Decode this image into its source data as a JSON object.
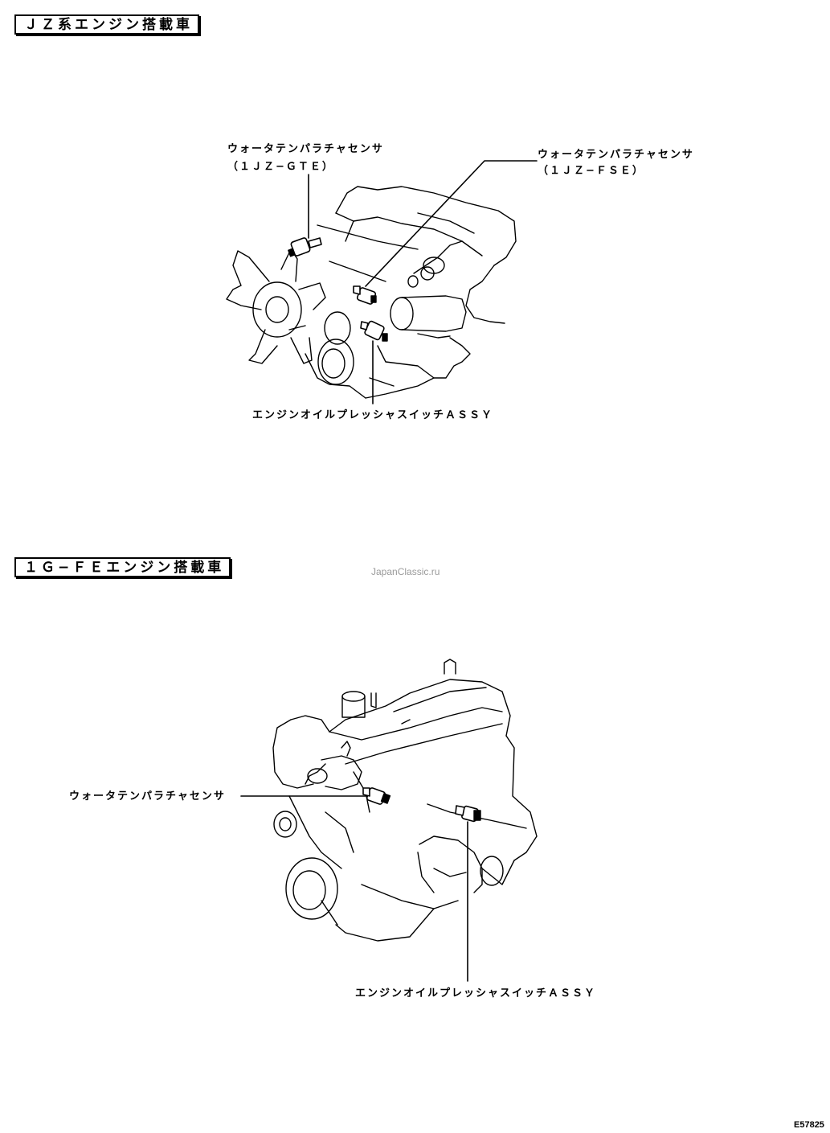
{
  "sections": {
    "jz": {
      "title": "ＪＺ系エンジン搭載車",
      "labels": {
        "water_temp_gte_line1": "ウォータテンパラチャセンサ",
        "water_temp_gte_line2": "（１ＪＺ−ＧＴＥ）",
        "water_temp_fse_line1": "ウォータテンパラチャセンサ",
        "water_temp_fse_line2": "（１ＪＺ−ＦＳＥ）",
        "oil_pressure_switch": "エンジンオイルプレッシャスイッチＡＳＳＹ"
      }
    },
    "g1fe": {
      "title": "１Ｇ−ＦＥエンジン搭載車",
      "labels": {
        "water_temp": "ウォータテンパラチャセンサ",
        "oil_pressure_switch": "エンジンオイルプレッシャスイッチＡＳＳＹ"
      }
    }
  },
  "watermark": "JapanClassic.ru",
  "figure_id": "E57825"
}
